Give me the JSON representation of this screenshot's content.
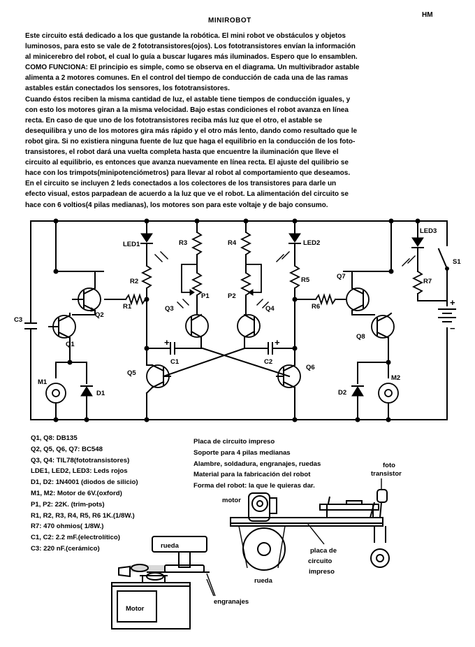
{
  "document": {
    "title": "MINIROBOT",
    "author": "HM",
    "paragraph_lines": [
      "Este circuito está dedicado a los que gustande la robótica. El mini robot ve obstáculos y objetos",
      "luminosos, para esto se vale de 2 fototransistores(ojos). Los fototransistores envían la información",
      "al minicerebro del robot, el cual lo guía a buscar lugares más iluminados. Espero que lo ensamblen.",
      "COMO FUNCIONA: El principio es simple, como se observa en el diagrama. Un multivibrador astable",
      "alimenta a 2 motores comunes. En el control del tiempo de conducción de cada una de las ramas",
      "astables están conectados los sensores, los fototransistores.",
      "Cuando éstos reciben la misma cantidad de luz, el astable tiene tiempos de conducción iguales, y",
      "con esto los motores giran a la misma velocidad. Bajo estas condiciones el robot avanza en línea",
      "recta. En caso de que uno de los fototransistores reciba más luz que el otro, el astable se",
      "desequilibra y uno de los motores gira más rápido y el otro más lento, dando como resultado que le",
      "robot gira. Si no existiera ninguna fuente de luz que haga el equilibrio en la conducción de  los foto-",
      "transistores, el robot dará una vuelta completa hasta que encuentre la iluminación que lleve el",
      "circuito al equilibrio, es entonces que avanza nuevamente en línea recta. El ajuste del quilibrio se",
      "hace con los trimpots(minipotenciómetros) para llevar al robot al comportamiento que deseamos.",
      "En el circuito se incluyen 2 leds conectados a los colectores de los transistores para darle un",
      "efecto visual, estos parpadean de acuerdo a la luz que ve el robot. La alimentación del circuito se",
      "hace con 6 voltios(4 pilas medianas), los motores son para este voltaje y de bajo consumo."
    ]
  },
  "schematic_labels": {
    "led1": "LED1",
    "led2": "LED2",
    "led3": "LED3",
    "r1": "R1",
    "r2": "R2",
    "r3": "R3",
    "r4": "R4",
    "r5": "R5",
    "r6": "R6",
    "r7": "R7",
    "p1": "P1",
    "p2": "P2",
    "q1": "Q1",
    "q2": "Q2",
    "q3": "Q3",
    "q4": "Q4",
    "q5": "Q5",
    "q6": "Q6",
    "q7": "Q7",
    "q8": "Q8",
    "c1": "C1",
    "c2": "C2",
    "c3": "C3",
    "m1": "M1",
    "m2": "M2",
    "d1": "D1",
    "d2": "D2",
    "s1": "S1",
    "plus": "+",
    "minus": "−"
  },
  "parts_list": [
    "Q1, Q8: DB135",
    "Q2, Q5, Q6, Q7: BC548",
    "Q3, Q4: TIL78(fototransistores)",
    "LDE1, LED2, LED3: Leds rojos",
    "D1, D2: 1N4001 (diodos de silicio)",
    "M1, M2: Motor de 6V.(oxford)",
    "P1, P2: 22K. (trim-pots)",
    "R1, R2, R3, R4, R5, R6 1K.(1/8W.)",
    "R7: 470 ohmios( 1/8W.)",
    "C1, C2: 2.2 mF.(electrolítico)",
    "C3: 220 nF.(cerámico)"
  ],
  "materials_list": [
    "Placa de circuito impreso",
    "Soporte para 4 pilas medianas",
    "Alambre, soldadura, engranajes, ruedas",
    "Material para la fabricación del robot",
    "Forma del robot: la que le quieras dar."
  ],
  "drawing_labels": {
    "rueda_top": "rueda",
    "motor_box": "Motor",
    "engranajes": "engranajes",
    "motor_side": "motor",
    "rueda_side": "rueda",
    "placa_1": "placa de",
    "placa_2": "circuito",
    "placa_3": "impreso",
    "foto_1": "foto",
    "foto_2": "transistor"
  }
}
